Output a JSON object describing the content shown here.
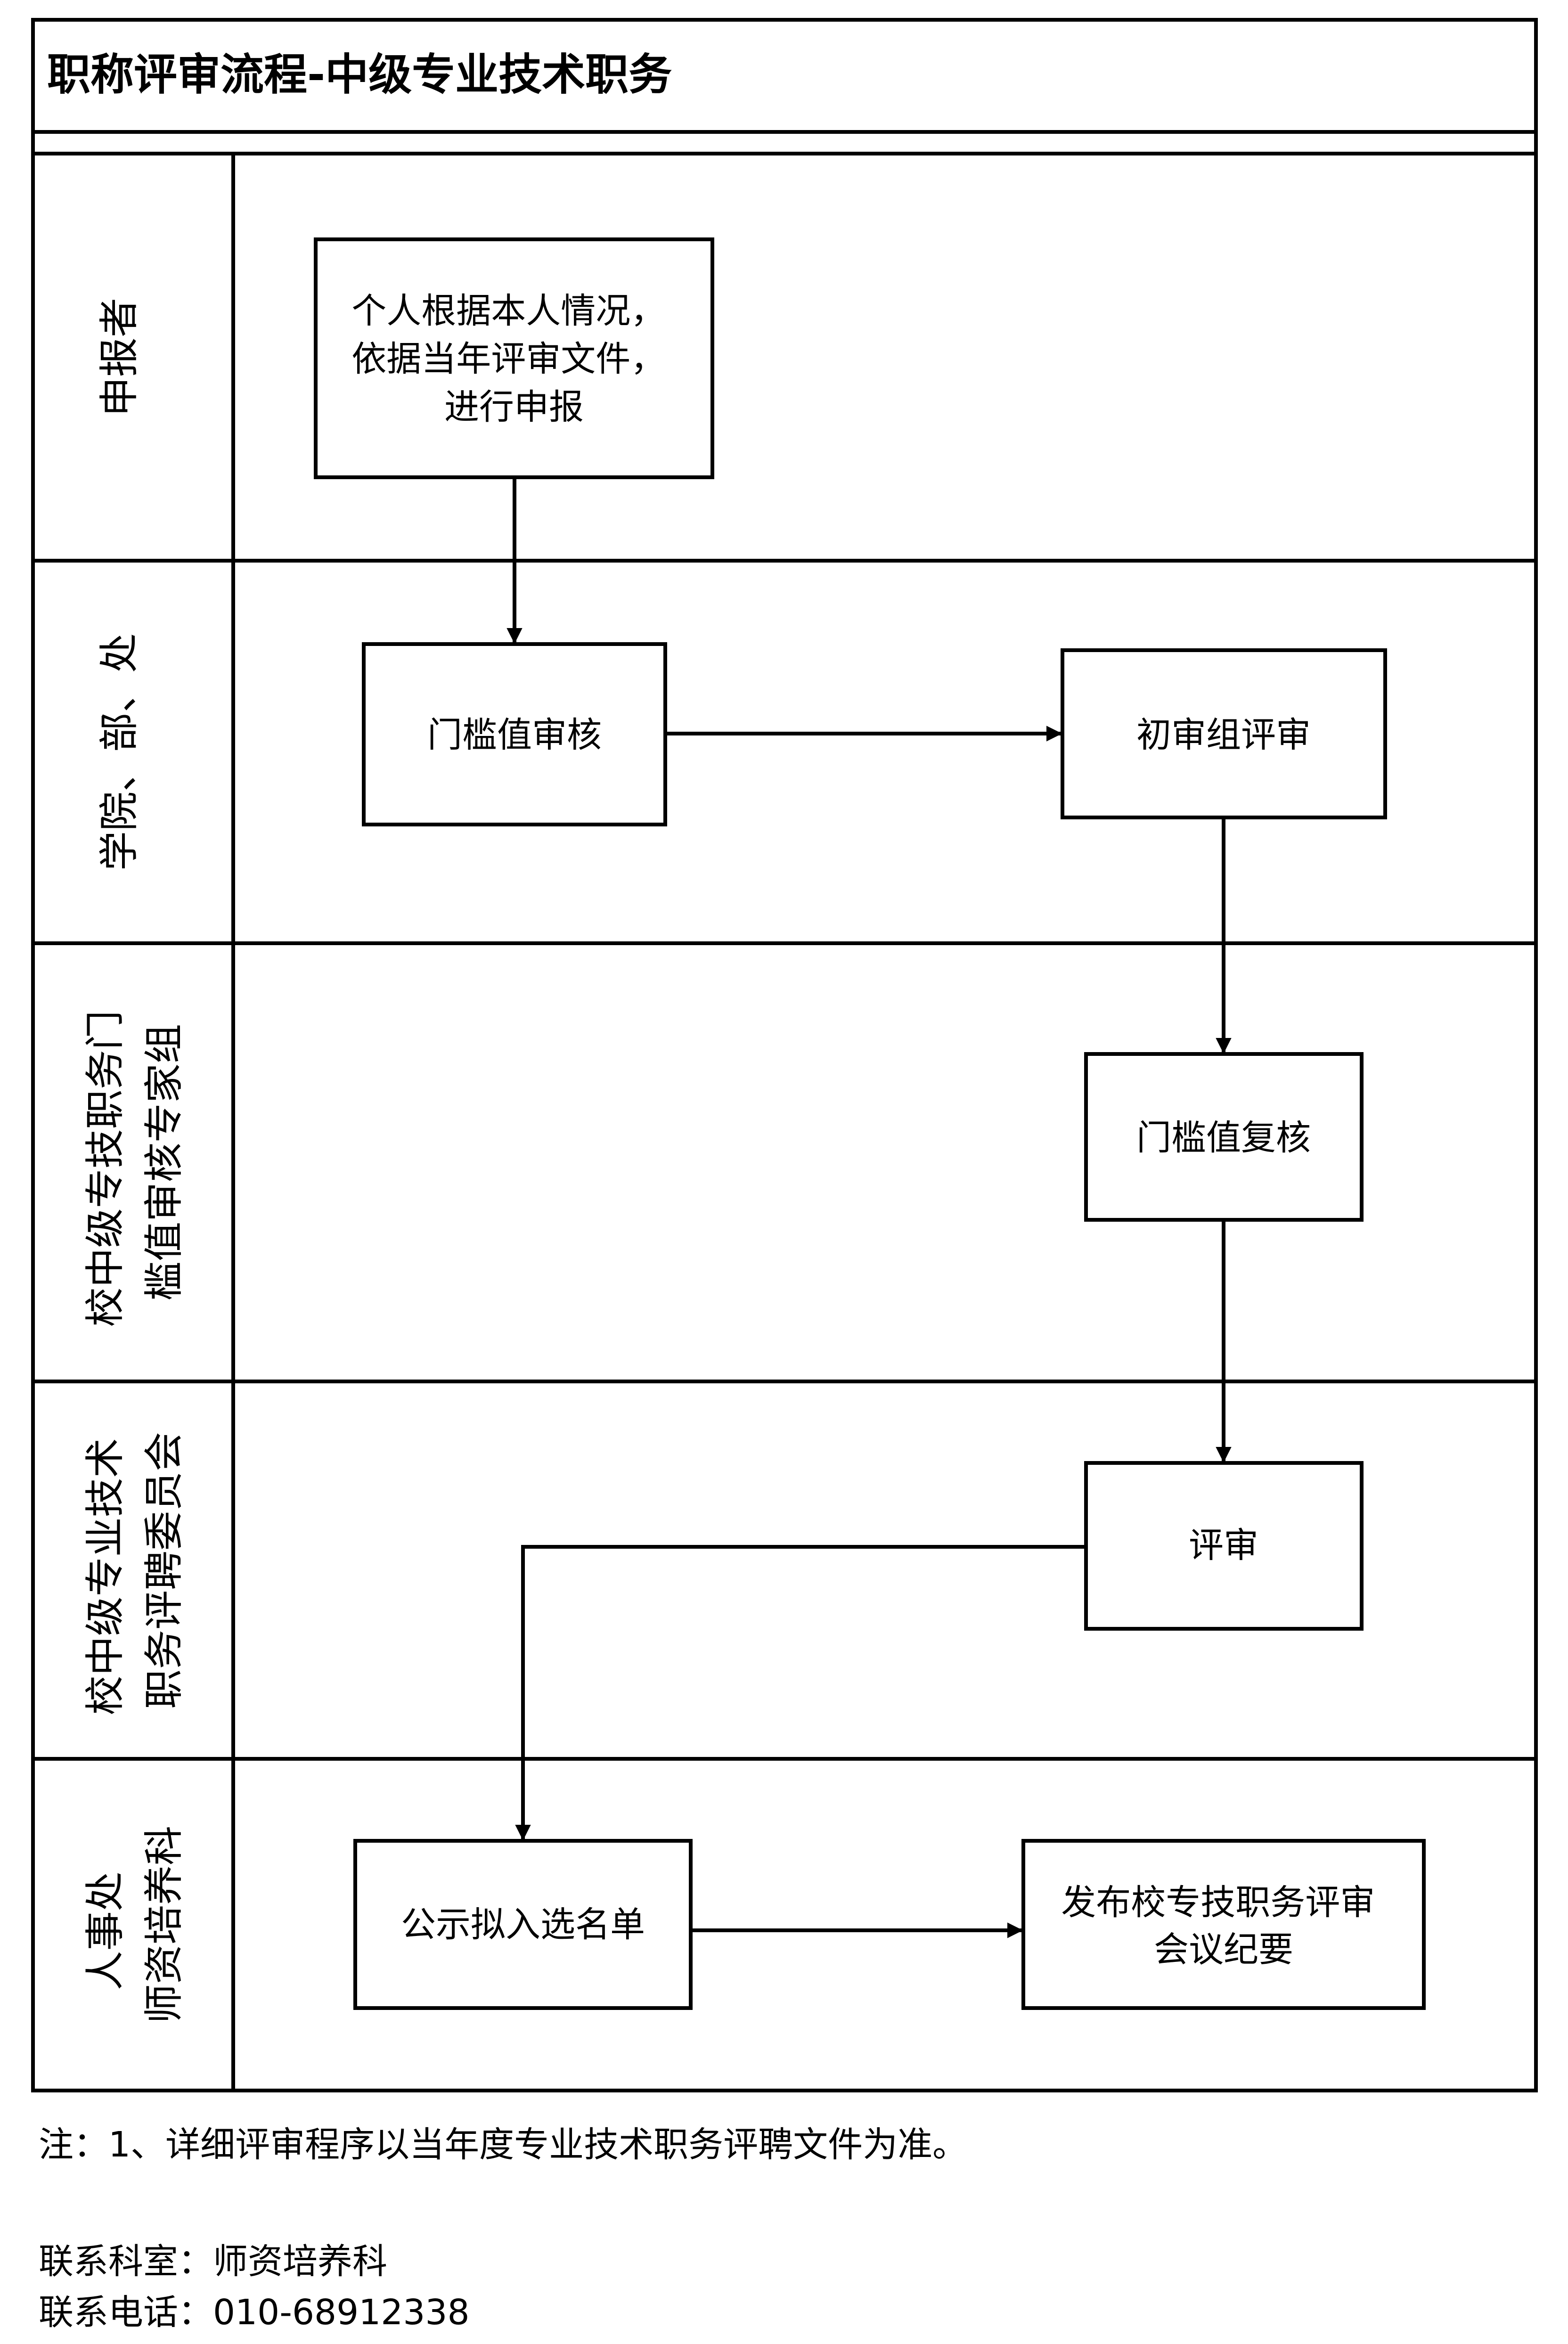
{
  "title": "职称评审流程-中级专业技术职务",
  "lanes": [
    {
      "id": "applicant",
      "lines": [
        "申报者"
      ]
    },
    {
      "id": "college",
      "lines": [
        "学院、部、处"
      ]
    },
    {
      "id": "threshold-group",
      "lines": [
        "校中级专技职务门",
        "槛值审核专家组"
      ]
    },
    {
      "id": "committee",
      "lines": [
        "校中级专业技术",
        "职务评聘委员会"
      ]
    },
    {
      "id": "hr",
      "lines": [
        "人事处",
        "师资培养科"
      ]
    }
  ],
  "boxes": [
    {
      "id": "declare",
      "lines": [
        "个人根据本人情况，",
        "依据当年评审文件，",
        "进行申报"
      ]
    },
    {
      "id": "threshold-review",
      "lines": [
        "门槛值审核"
      ]
    },
    {
      "id": "initial-review",
      "lines": [
        "初审组评审"
      ]
    },
    {
      "id": "threshold-recheck",
      "lines": [
        "门槛值复核"
      ]
    },
    {
      "id": "review",
      "lines": [
        "评审"
      ]
    },
    {
      "id": "publicize",
      "lines": [
        "公示拟入选名单"
      ]
    },
    {
      "id": "publish",
      "lines": [
        "发布校专技职务评审",
        "会议纪要"
      ]
    }
  ],
  "footer": {
    "note": "注：1、详细评审程序以当年度专业技术职务评聘文件为准。",
    "contact_office": "联系科室：师资培养科",
    "contact_phone": "联系电话：010-68912338"
  }
}
